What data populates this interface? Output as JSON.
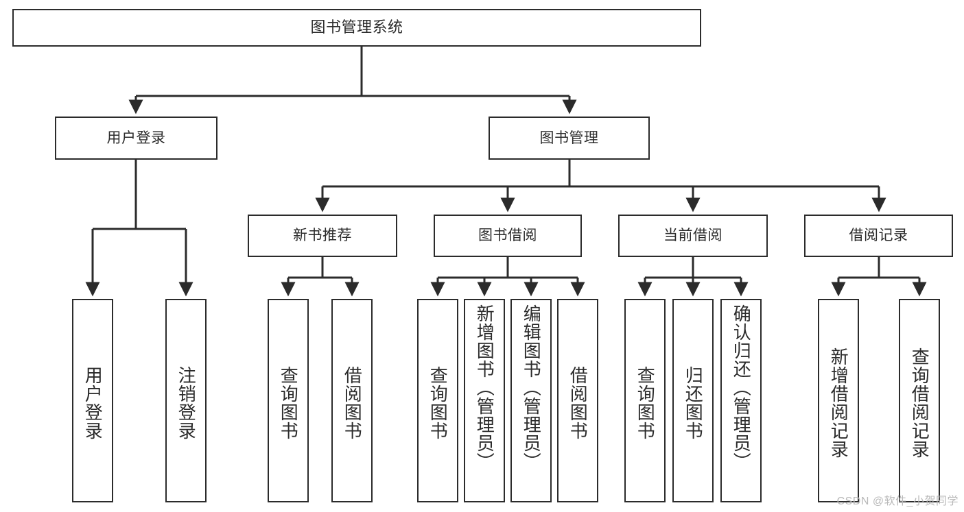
{
  "diagram": {
    "type": "tree-hierarchy",
    "title": "图书管理系统",
    "watermark": "CSDN @软件_小贺同学",
    "colors": {
      "stroke": "#2b2b2b",
      "fill": "#ffffff",
      "text": "#2b2b2b",
      "watermark": "#b9b9b9"
    },
    "nodes": {
      "root": {
        "label": "图书管理系统"
      },
      "level2": [
        {
          "id": "user-login",
          "label": "用户登录"
        },
        {
          "id": "book-manage",
          "label": "图书管理"
        }
      ],
      "level3": [
        {
          "id": "new-book-recommend",
          "label": "新书推荐"
        },
        {
          "id": "book-borrow",
          "label": "图书借阅"
        },
        {
          "id": "current-borrow",
          "label": "当前借阅"
        },
        {
          "id": "borrow-record",
          "label": "借阅记录"
        }
      ],
      "leaves": {
        "user_login": [
          {
            "id": "leaf-user-login",
            "label": "用户登录"
          },
          {
            "id": "leaf-logout-login",
            "label": "注销登录"
          }
        ],
        "new_book_recommend": [
          {
            "id": "leaf-query-book-1",
            "label": "查询图书"
          },
          {
            "id": "leaf-borrow-book-1",
            "label": "借阅图书"
          }
        ],
        "book_borrow": [
          {
            "id": "leaf-query-book-2",
            "label": "查询图书"
          },
          {
            "id": "leaf-add-book",
            "label": "新增图书（管理员）"
          },
          {
            "id": "leaf-edit-book",
            "label": "编辑图书（管理员）"
          },
          {
            "id": "leaf-borrow-book-2",
            "label": "借阅图书"
          }
        ],
        "current_borrow": [
          {
            "id": "leaf-query-book-3",
            "label": "查询图书"
          },
          {
            "id": "leaf-return-book",
            "label": "归还图书"
          },
          {
            "id": "leaf-confirm-return",
            "label": "确认归还（管理员）"
          }
        ],
        "borrow_record": [
          {
            "id": "leaf-add-record",
            "label": "新增借阅记录"
          },
          {
            "id": "leaf-query-record",
            "label": "查询借阅记录"
          }
        ]
      }
    }
  }
}
